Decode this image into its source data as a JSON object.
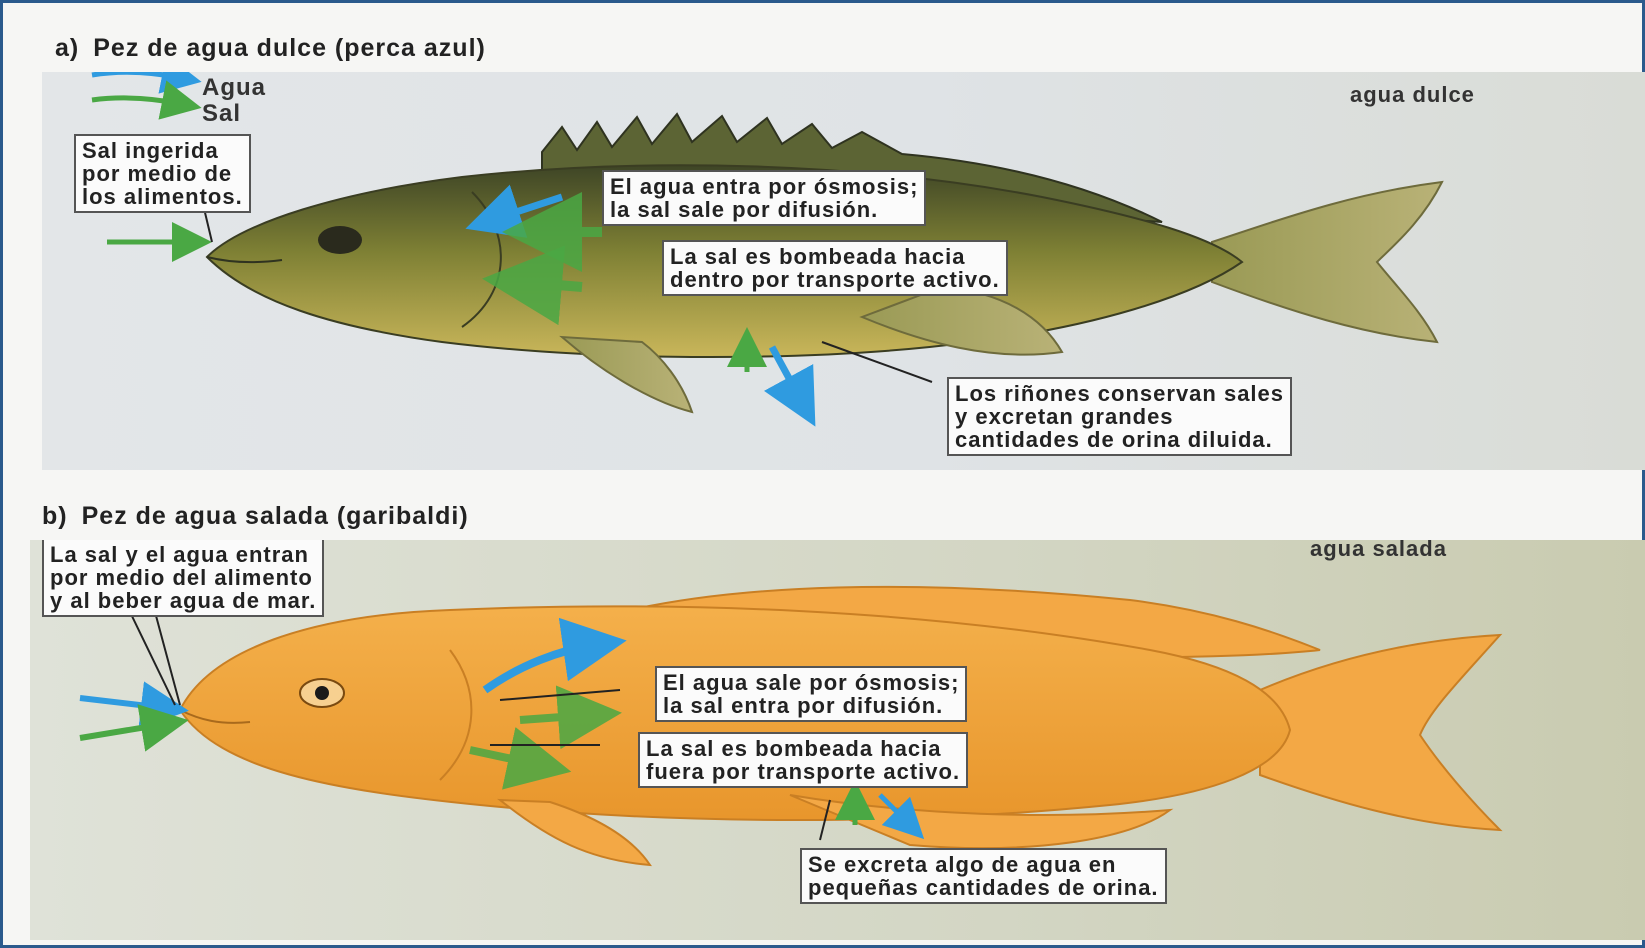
{
  "panel_a": {
    "tag": "a)",
    "title": "Pez de agua dulce (perca azul)",
    "environment": "agua dulce",
    "legend": {
      "water": "Agua",
      "salt": "Sal"
    },
    "callouts": {
      "ingested": [
        "Sal ingerida",
        "por medio de",
        "los alimentos."
      ],
      "osmosis": [
        "El agua entra por ósmosis;",
        "la sal sale por difusión."
      ],
      "pump": [
        "La sal es bombeada hacia",
        "dentro por transporte activo."
      ],
      "kidneys": [
        "Los riñones conservan sales",
        "y excretan grandes",
        "cantidades de orina diluida."
      ]
    }
  },
  "panel_b": {
    "tag": "b)",
    "title": "Pez de agua salada (garibaldi)",
    "environment": "agua salada",
    "callouts": {
      "intake": [
        "La sal y el agua entran",
        "por medio del alimento",
        "y al beber agua de mar."
      ],
      "osmosis": [
        "El agua sale por ósmosis;",
        "la sal entra por difusión."
      ],
      "pump": [
        "La sal es bombeada hacia",
        "fuera por transporte activo."
      ],
      "excrete": [
        "Se excreta algo de agua en",
        "pequeñas cantidades de orina."
      ]
    }
  },
  "colors": {
    "water_arrow": "#2f9be0",
    "salt_arrow": "#4aa844",
    "bluegill_body": "#8e8f3a",
    "garibaldi_body": "#f1a43a",
    "frame": "#2b5a8c"
  }
}
